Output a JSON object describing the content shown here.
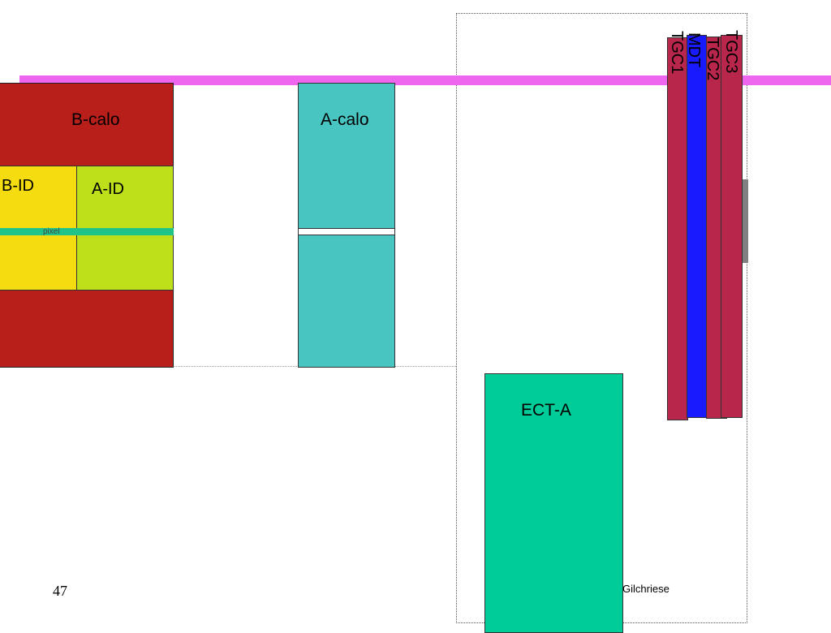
{
  "labels": {
    "b_calo": "B-calo",
    "a_calo": "A-calo",
    "b_id": "B-ID",
    "a_id": "A-ID",
    "pixel": "pixel",
    "ect_a": "ECT-A",
    "tgc1": "TGC1",
    "mdt": "MDT",
    "tgc2": "TGC2",
    "tgc3": "TGC3"
  },
  "footer": {
    "page_number": "47",
    "author": "Gilchriese"
  },
  "colors": {
    "b_calo": "#b81e1a",
    "id_yellow": "#f5dc10",
    "id_green": "#bde01a",
    "pixel_band": "#20c488",
    "a_calo": "#48c5c0",
    "ect_a": "#00cc99",
    "tgc": "#b8264c",
    "mdt": "#1a1aff",
    "beam": "#ee66ee",
    "grey_block": "#808080"
  }
}
